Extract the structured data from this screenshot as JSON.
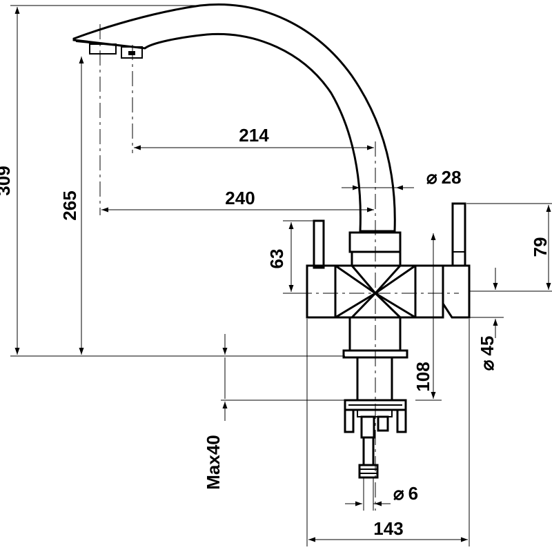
{
  "drawing": {
    "subject": "faucet",
    "dimensions": {
      "total_height": "309",
      "spout_height": "265",
      "reach_inner": "214",
      "reach_outer": "240",
      "body_diameter": "28",
      "left_handle_height": "63",
      "right_handle_height": "79",
      "side_diameter": "45",
      "shank_length": "108",
      "max_counter": "Max40",
      "hose_diameter": "6",
      "body_width": "143"
    },
    "diameter_symbol": "⌀"
  }
}
